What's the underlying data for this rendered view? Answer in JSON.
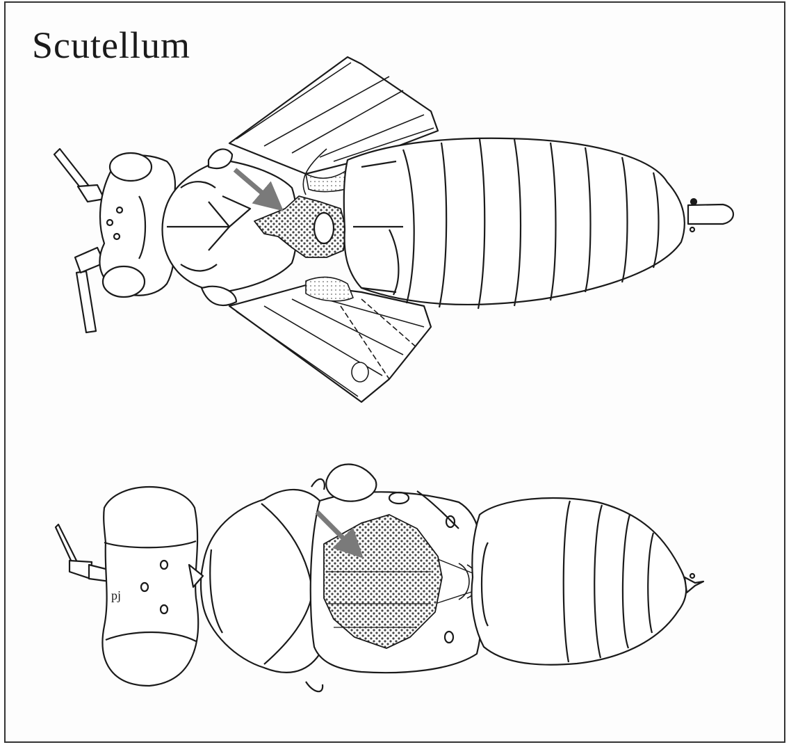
{
  "title": "Scutellum",
  "insects": [
    {
      "name": "upper-insect-winged",
      "highlighted_region": "scutellum"
    },
    {
      "name": "lower-insect-wingless",
      "highlighted_region": "scutellum"
    }
  ],
  "colors": {
    "ink": "#1a1a1a",
    "arrow": "#7a7a7a",
    "stipple": "#555555",
    "background": "#ffffff"
  }
}
